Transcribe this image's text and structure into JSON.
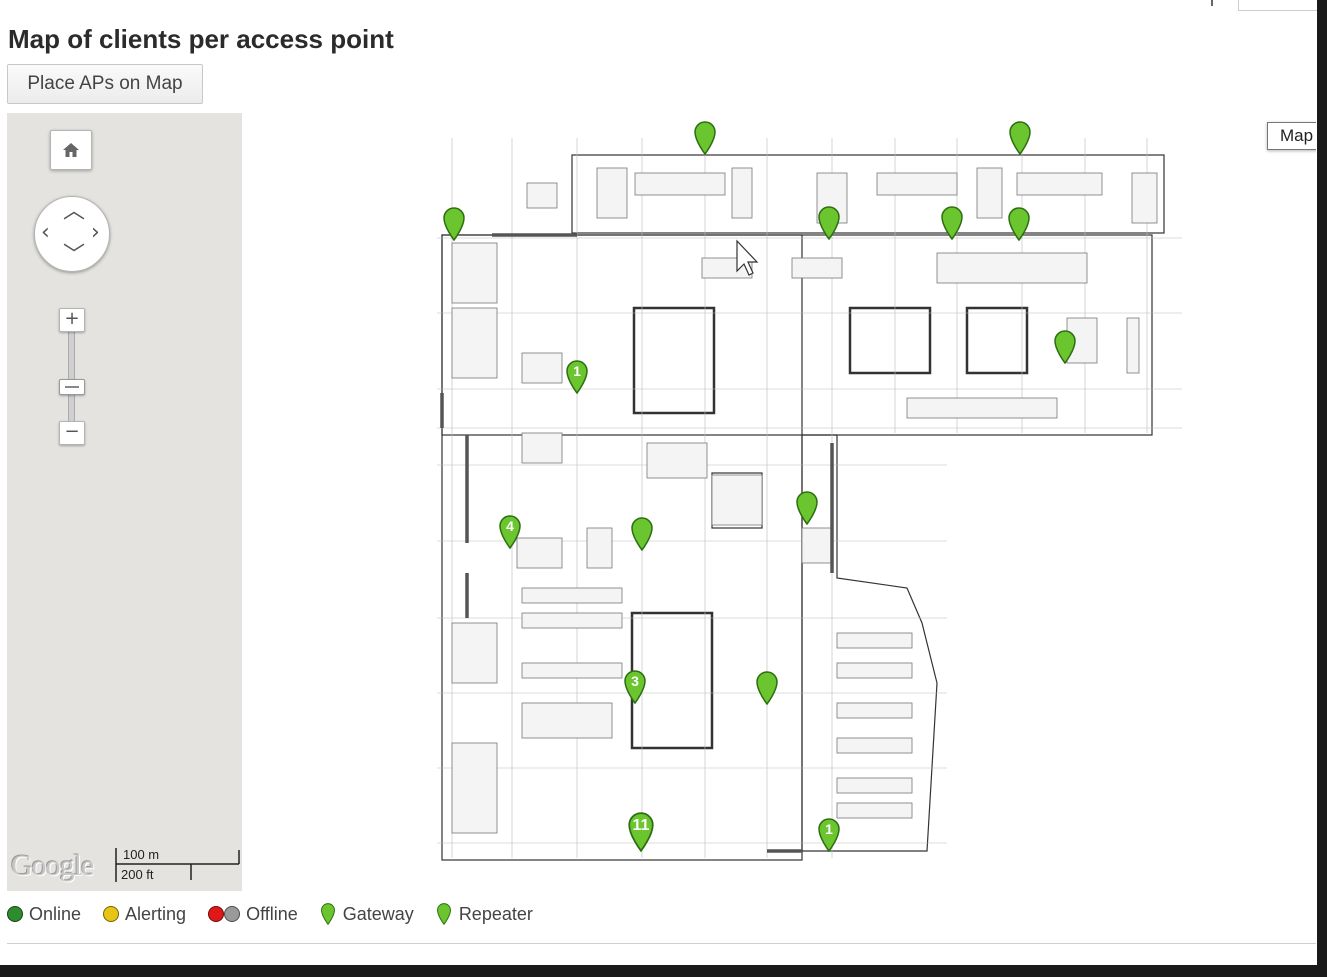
{
  "page": {
    "title": "Map of clients per access point"
  },
  "toolbar": {
    "place_aps_label": "Place APs on Map"
  },
  "map": {
    "map_type_label": "Map",
    "google_logo_text": "Google",
    "scale_metric": "100 m",
    "scale_imperial": "200 ft",
    "controls": {
      "home_icon": "home-icon",
      "pan_icon": "pan-control",
      "zoom_in": "+",
      "zoom_out": "−"
    },
    "pin_color": "#6ac52e",
    "access_points": [
      {
        "label": "",
        "type": "repeater"
      },
      {
        "label": "",
        "type": "repeater"
      },
      {
        "label": "",
        "type": "repeater"
      },
      {
        "label": "",
        "type": "repeater"
      },
      {
        "label": "",
        "type": "repeater"
      },
      {
        "label": "",
        "type": "repeater"
      },
      {
        "label": "",
        "type": "repeater"
      },
      {
        "label": "1",
        "type": "repeater"
      },
      {
        "label": "4",
        "type": "repeater"
      },
      {
        "label": "",
        "type": "repeater"
      },
      {
        "label": "",
        "type": "repeater"
      },
      {
        "label": "3",
        "type": "repeater"
      },
      {
        "label": "",
        "type": "repeater"
      },
      {
        "label": "11",
        "type": "repeater"
      },
      {
        "label": "1",
        "type": "repeater"
      }
    ]
  },
  "legend": {
    "online": "Online",
    "online_color": "#2e8b2e",
    "alerting": "Alerting",
    "alerting_color": "#e8c514",
    "offline": "Offline",
    "offline_color_a": "#e01818",
    "offline_color_b": "#9a9a9a",
    "gateway": "Gateway",
    "repeater": "Repeater"
  }
}
